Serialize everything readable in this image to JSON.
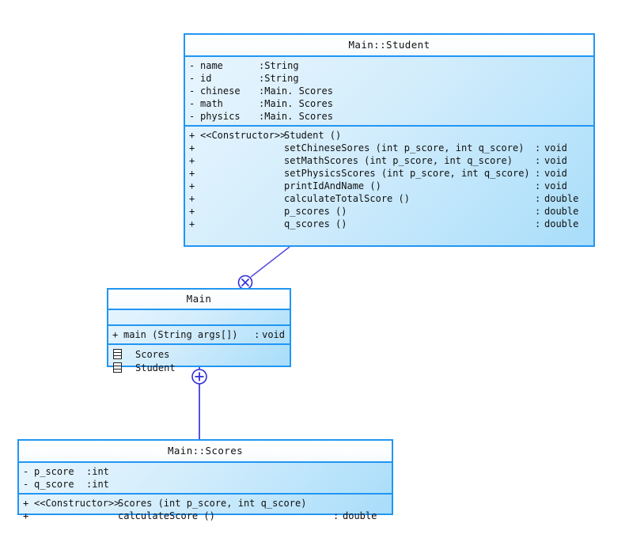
{
  "diagram": {
    "type": "uml-class-diagram",
    "background": "#ffffff",
    "box_border_color": "#2196f3",
    "box_fill_start": "#eaf6fe",
    "box_fill_end": "#a8ddfa",
    "connector_color": "#5a4fe0"
  },
  "classes": {
    "student": {
      "name": "Main::Student",
      "attributes": [
        {
          "visibility": "-",
          "name": "name",
          "sep": ":",
          "type": "String"
        },
        {
          "visibility": "-",
          "name": "id",
          "sep": ":",
          "type": "String"
        },
        {
          "visibility": "-",
          "name": "chinese",
          "sep": ":",
          "type": "Main. Scores"
        },
        {
          "visibility": "-",
          "name": "math",
          "sep": ":",
          "type": "Main. Scores"
        },
        {
          "visibility": "-",
          "name": "physics",
          "sep": ":",
          "type": "Main. Scores"
        }
      ],
      "operations": [
        {
          "visibility": "+",
          "stereotype": "<<Constructor>>",
          "signature": "Student ()",
          "sep": "",
          "type": ""
        },
        {
          "visibility": "+",
          "stereotype": "",
          "signature": "setChineseSores (int p_score, int q_score)",
          "sep": ":",
          "type": "void"
        },
        {
          "visibility": "+",
          "stereotype": "",
          "signature": "setMathScores (int p_score, int q_score)",
          "sep": ":",
          "type": "void"
        },
        {
          "visibility": "+",
          "stereotype": "",
          "signature": "setPhysicsScores (int p_score, int q_score)",
          "sep": ":",
          "type": "void"
        },
        {
          "visibility": "+",
          "stereotype": "",
          "signature": "printIdAndName ()",
          "sep": ":",
          "type": "void"
        },
        {
          "visibility": "+",
          "stereotype": "",
          "signature": "calculateTotalScore ()",
          "sep": ":",
          "type": "double"
        },
        {
          "visibility": "+",
          "stereotype": "",
          "signature": "p_scores ()",
          "sep": ":",
          "type": "double"
        },
        {
          "visibility": "+",
          "stereotype": "",
          "signature": "q_scores ()",
          "sep": ":",
          "type": "double"
        }
      ]
    },
    "main": {
      "name": "Main",
      "attributes": [],
      "operations": [
        {
          "visibility": "+",
          "stereotype": "",
          "signature": "main (String args[])",
          "sep": ":",
          "type": "void"
        }
      ],
      "nested": [
        {
          "icon": "class-icon",
          "name": "Scores"
        },
        {
          "icon": "class-icon",
          "name": "Student"
        }
      ]
    },
    "scores": {
      "name": "Main::Scores",
      "attributes": [
        {
          "visibility": "-",
          "name": "p_score",
          "sep": ":",
          "type": "int"
        },
        {
          "visibility": "-",
          "name": "q_score",
          "sep": ":",
          "type": "int"
        }
      ],
      "operations": [
        {
          "visibility": "+",
          "stereotype": "<<Constructor>>",
          "signature": "Scores (int p_score, int q_score)",
          "sep": "",
          "type": ""
        },
        {
          "visibility": "+",
          "stereotype": "",
          "signature": "calculateScore ()",
          "sep": ":",
          "type": "double"
        }
      ]
    }
  },
  "connectors": [
    {
      "id": "student-to-main",
      "marker": "cross-circle",
      "marker_glyph": "×",
      "from": "student",
      "to": "main"
    },
    {
      "id": "main-to-scores",
      "marker": "plus-circle",
      "marker_glyph": "+",
      "from": "main",
      "to": "scores"
    }
  ]
}
